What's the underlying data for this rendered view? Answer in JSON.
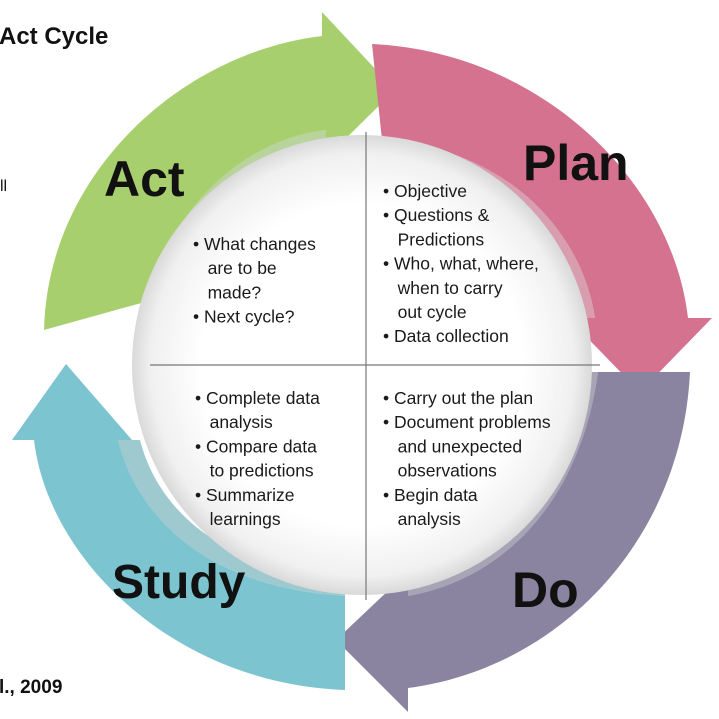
{
  "header": {
    "title_fragment": "Act Cycle",
    "side_fragment": "ll"
  },
  "footer": {
    "citation_fragment": "l., 2009"
  },
  "quadrants": {
    "plan": {
      "title": "Plan",
      "color": "#d4728f",
      "bullets": [
        "• Objective",
        "• Questions &",
        "   Predictions",
        "• Who, what, where,",
        "   when to carry",
        "   out cycle",
        "• Data collection"
      ]
    },
    "do": {
      "title": "Do",
      "color": "#8a84a0",
      "bullets": [
        "• Carry out the plan",
        "• Document problems",
        "   and unexpected",
        "   observations",
        "• Begin data",
        "   analysis"
      ]
    },
    "study": {
      "title": "Study",
      "color": "#7cc4cf",
      "bullets": [
        "• Complete data",
        "   analysis",
        "• Compare data",
        "   to predictions",
        "• Summarize",
        "   learnings"
      ]
    },
    "act": {
      "title": "Act",
      "color": "#a8cf6e",
      "bullets": [
        "• What changes",
        "   are to be",
        "   made?",
        "• Next cycle?"
      ]
    }
  }
}
